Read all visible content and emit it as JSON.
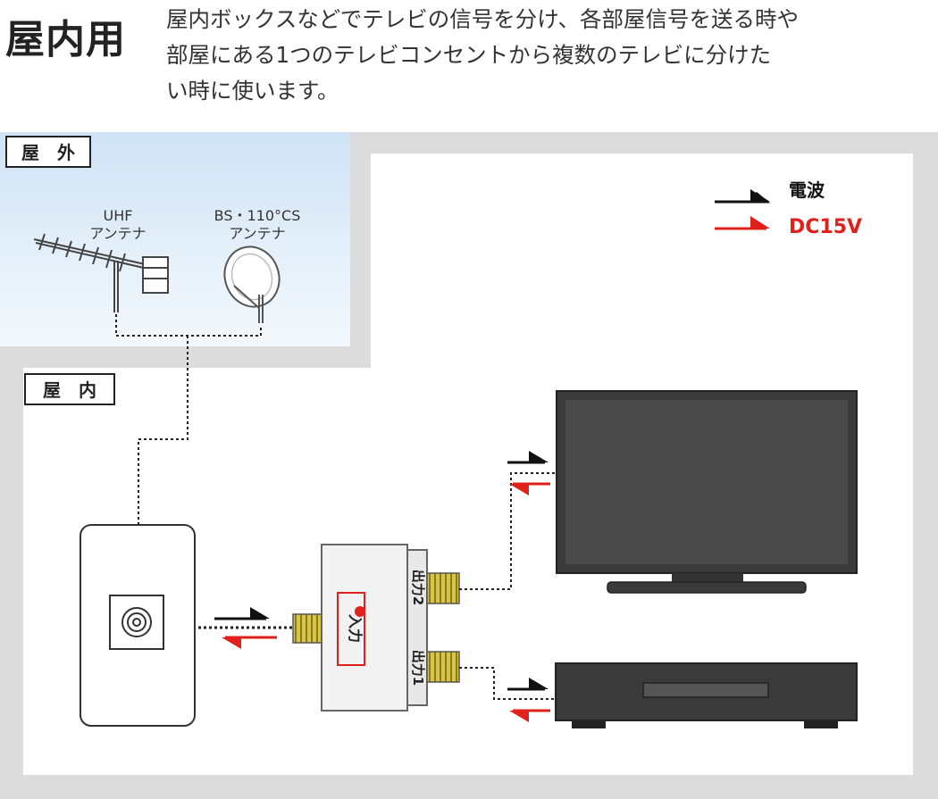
{
  "header": {
    "title": "屋内用",
    "description_lines": [
      "屋内ボックスなどでテレビの信号を分け、各部屋信号を送る時や",
      "部屋にある1つのテレビコンセントから複数のテレビに分けた",
      "い時に使います。"
    ]
  },
  "zones": {
    "outdoor": "屋　外",
    "indoor": "屋　内"
  },
  "antennas": {
    "uhf": {
      "line1": "UHF",
      "line2": "アンテナ"
    },
    "bs": {
      "line1": "BS・110°CS",
      "line2": "アンテナ"
    }
  },
  "legend": {
    "radio_wave": "電波",
    "dc": "DC15V",
    "radio_color": "#111111",
    "dc_color": "#e0201b"
  },
  "splitter": {
    "input_label": "入力",
    "output1_label": "出力1",
    "output2_label": "出力2"
  },
  "colors": {
    "outdoor_sky": "#d6e8f7",
    "wall": "#dcdcdc",
    "room": "#ffffff",
    "dc": "#e0201b"
  }
}
